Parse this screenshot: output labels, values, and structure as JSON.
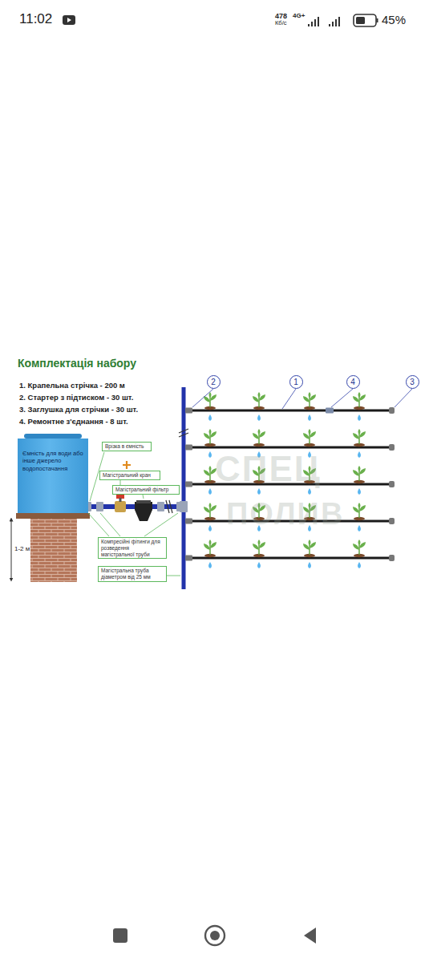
{
  "diagram": {
    "title": "Комплектація набору",
    "nodes": [
      {
        "text": [
          "Ємність для води або інше джерело водопостачання"
        ]
      },
      {
        "text": [
          "Врізка в ємність"
        ]
      },
      {
        "text": [
          "Магістральний кран"
        ]
      },
      {
        "text": [
          "Магістральний фільтр"
        ]
      },
      {
        "text": [
          "Компресійні фітинги для розведення магістральної труби"
        ]
      },
      {
        "text": [
          "Магістральна труба діаметром від 25 мм"
        ]
      }
    ],
    "labels": [
      "11:02",
      "478",
      "Кб/с",
      "4G+",
      "45%",
      "1. Крапельна стрічка - 200 м",
      "2. Стартер з підтиском - 30 шт.",
      "3. Заглушка для стрічки - 30 шт.",
      "4. Ремонтне з'єднання - 8 шт.",
      "2",
      "1",
      "4",
      "3",
      "1-2 м",
      "СПЕЦ",
      "ПОЛИВ"
    ]
  }
}
